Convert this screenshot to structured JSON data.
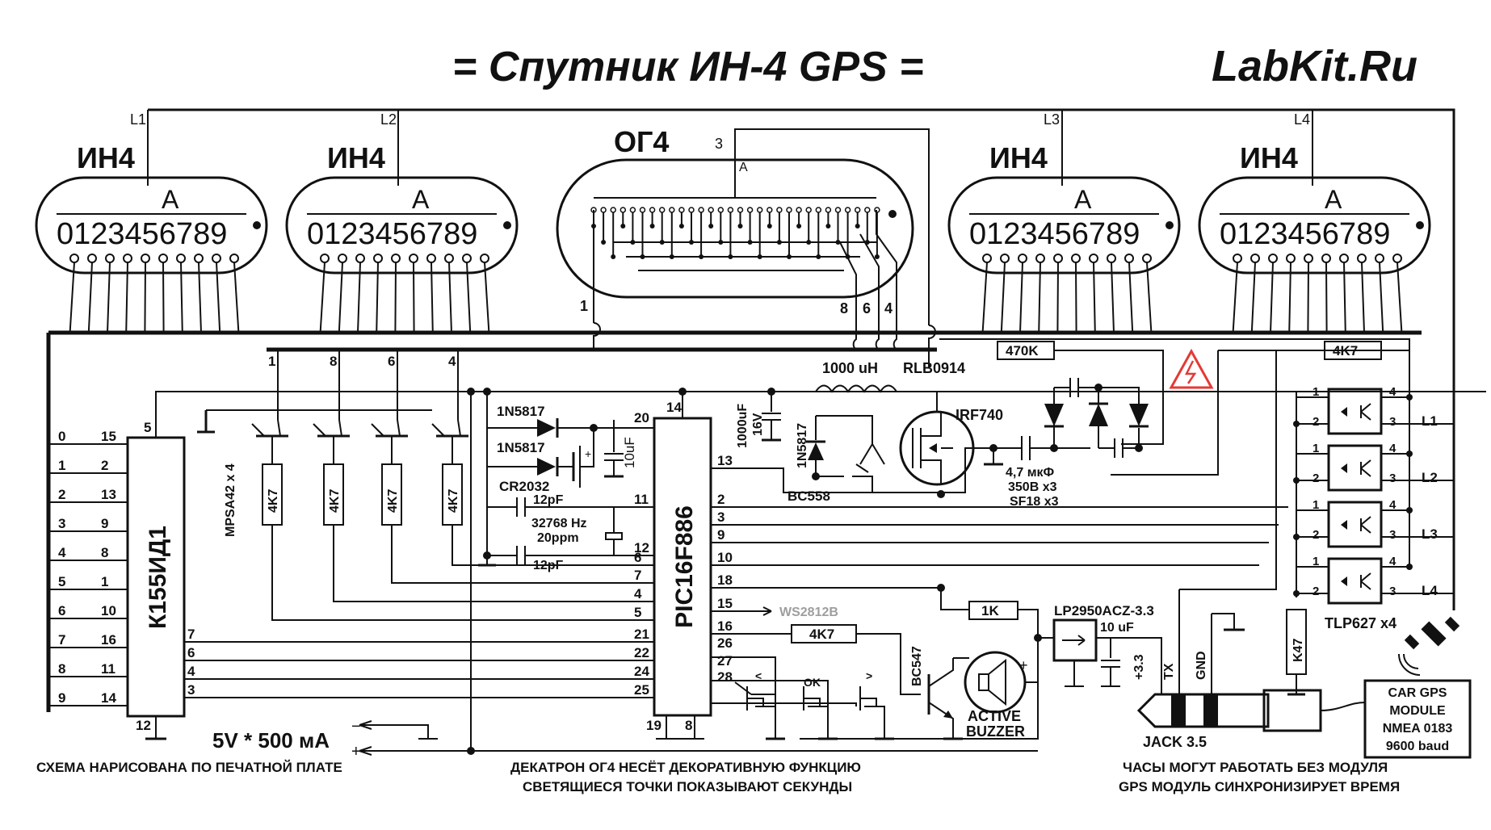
{
  "title": "= Спутник ИН-4 GPS =",
  "brand": "LabKit.Ru",
  "tubes": {
    "in4_label": "ИН4",
    "anode": "A",
    "digits": "0123456789",
    "lines": [
      "L1",
      "L2",
      "L3",
      "L4"
    ],
    "og4_label": "ОГ4",
    "og4_anode": "A",
    "og4_pins": {
      "p3": "3",
      "p1": "1",
      "p8": "8",
      "p6": "6",
      "p4": "4"
    }
  },
  "decoder": {
    "name": "К155ИД1",
    "vcc_pin": "5",
    "gnd_pin": "12",
    "left_pins": [
      {
        "digit": "0",
        "pin": "15"
      },
      {
        "digit": "1",
        "pin": "2"
      },
      {
        "digit": "2",
        "pin": "13"
      },
      {
        "digit": "3",
        "pin": "9"
      },
      {
        "digit": "4",
        "pin": "8"
      },
      {
        "digit": "5",
        "pin": "1"
      },
      {
        "digit": "6",
        "pin": "10"
      },
      {
        "digit": "7",
        "pin": "16"
      },
      {
        "digit": "8",
        "pin": "11"
      },
      {
        "digit": "9",
        "pin": "14"
      }
    ],
    "right_pins": [
      "7",
      "6",
      "4",
      "3"
    ]
  },
  "transistors": {
    "label": "MPSA42 x 4",
    "collector_pins": [
      "1",
      "8",
      "6",
      "4"
    ],
    "resistor": "4K7"
  },
  "mcu": {
    "name": "PIC16F886",
    "top_pins": [
      "20",
      "14"
    ],
    "bottom_pins": [
      "19",
      "8"
    ],
    "left_pins": [
      "11",
      "12",
      "6",
      "7",
      "4",
      "5",
      "21",
      "22",
      "24",
      "25"
    ],
    "right_pins": [
      "13",
      "2",
      "3",
      "9",
      "10",
      "18",
      "15",
      "16",
      "26",
      "27",
      "28"
    ]
  },
  "parts": {
    "d1": "1N5817",
    "d2": "1N5817",
    "battery": "CR2032",
    "c_10uf": "10uF",
    "c_12pf_a": "12pF",
    "c_12pf_b": "12pF",
    "crystal": "32768 Hz",
    "crystal_ppm": "20ppm",
    "inductor": "1000 uH",
    "inductor_part": "RLB0914",
    "c_bulk": "1000uF",
    "c_bulk_v": "16V",
    "d3": "1N5817",
    "mosfet": "IRF740",
    "pnp": "BC558",
    "r470k": "470K",
    "r4k7_top": "4K7",
    "mult_cap": "4,7 мкФ",
    "mult_cap_v": "350В х3",
    "mult_diode": "SF18 x3",
    "ws": "WS2812B",
    "r1k": "1K",
    "r4k7_mid": "4K7",
    "ldo": "LP2950ACZ-3.3",
    "ldo_cap": "10 uF",
    "npn": "BC547",
    "buzzer_1": "ACTIVE",
    "buzzer_2": "BUZZER",
    "btn_left": "<",
    "btn_ok": "OK",
    "btn_right": ">",
    "plus33": "+3.3",
    "tx": "TX",
    "gnd": "GND",
    "jack": "JACK 3.5",
    "r47": "K47",
    "opto": "TLP627 x4",
    "opto_pins": {
      "p1": "1",
      "p2": "2",
      "p3": "3",
      "p4": "4"
    },
    "supply": "5V * 500 мА",
    "minus": "−",
    "plus": "+"
  },
  "gps_module": [
    "CAR GPS",
    "MODULE",
    "NMEA 0183",
    "9600 baud"
  ],
  "notes": {
    "left": "СХЕМА НАРИСОВАНА ПО ПЕЧАТНОЙ ПЛАТЕ",
    "center_1": "ДЕКАТРОН ОГ4 НЕСЁТ ДЕКОРАТИВНУЮ ФУНКЦИЮ",
    "center_2": "СВЕТЯЩИЕСЯ ТОЧКИ ПОКАЗЫВАЮТ СЕКУНДЫ",
    "right_1": "ЧАСЫ МОГУТ РАБОТАТЬ БЕЗ МОДУЛЯ",
    "right_2": "GPS МОДУЛЬ СИНХРОНИЗИРУЕТ ВРЕМЯ"
  },
  "colors": {
    "ink": "#111111",
    "warning": "#e53935",
    "ws_text": "#9e9e9e"
  }
}
